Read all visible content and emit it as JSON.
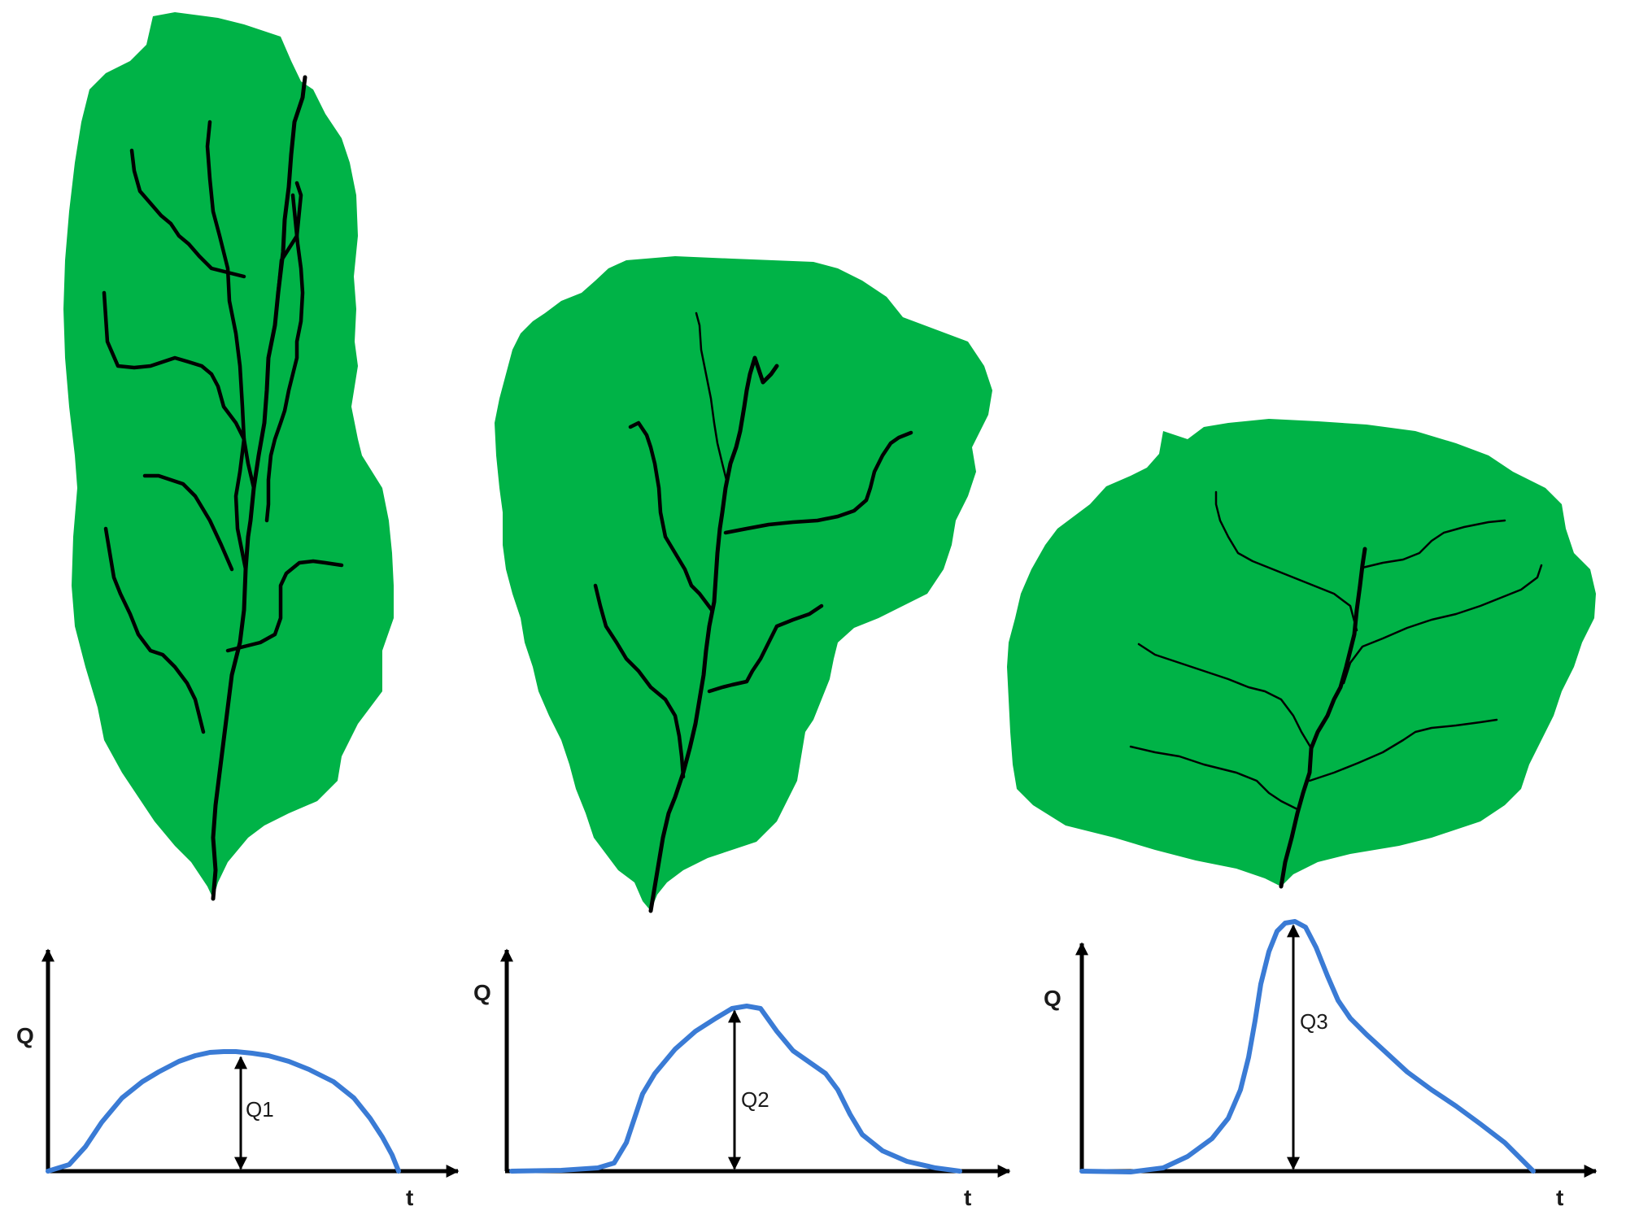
{
  "colors": {
    "basin_fill": "#00b347",
    "stream": "#000000",
    "hydrograph": "#3a7bd5",
    "axis": "#000000"
  },
  "panels": [
    {
      "basin_shape": "elongated",
      "y_axis_label": "Q",
      "x_axis_label": "t",
      "peak_label": "Q1"
    },
    {
      "basin_shape": "pear-shaped",
      "y_axis_label": "Q",
      "x_axis_label": "t",
      "peak_label": "Q2"
    },
    {
      "basin_shape": "round",
      "y_axis_label": "Q",
      "x_axis_label": "t",
      "peak_label": "Q3"
    }
  ]
}
